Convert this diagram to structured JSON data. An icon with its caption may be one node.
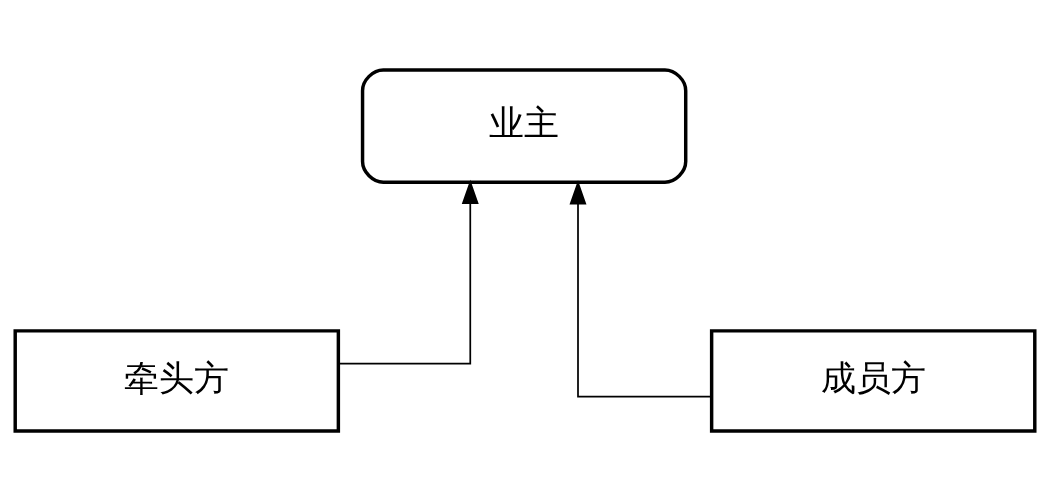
{
  "diagram": {
    "nodes": [
      {
        "text": [
          "业主"
        ]
      },
      {
        "text": [
          "牵头方"
        ]
      },
      {
        "text": [
          "成员方"
        ]
      }
    ],
    "edges": [
      {
        "from": 1,
        "to": 0,
        "arrow": "to"
      },
      {
        "from": 2,
        "to": 0,
        "arrow": "to"
      }
    ]
  }
}
